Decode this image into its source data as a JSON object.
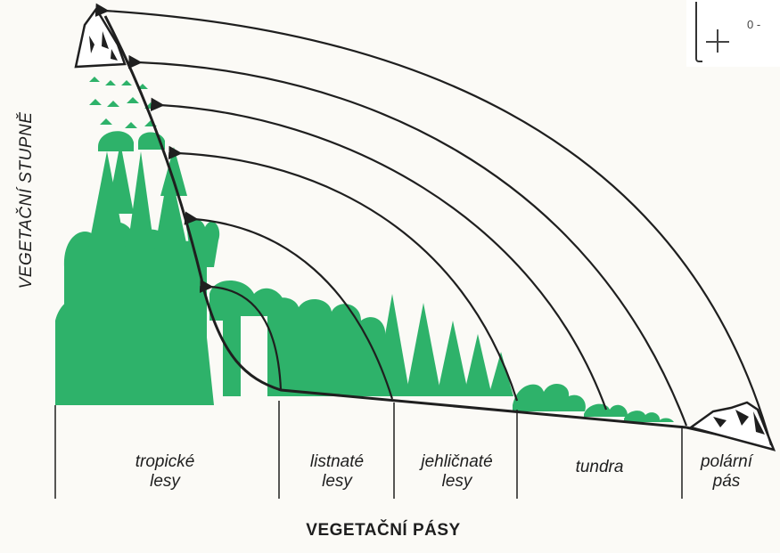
{
  "diagram": {
    "y_axis_label": "VEGETAČNÍ STUPNĚ",
    "x_axis_label": "VEGETAČNÍ PÁSY",
    "zones": [
      {
        "id": "tropical",
        "line1": "tropické",
        "line2": "lesy"
      },
      {
        "id": "deciduous",
        "line1": "listnaté",
        "line2": "lesy"
      },
      {
        "id": "coniferous",
        "line1": "jehličnaté",
        "line2": "lesy"
      },
      {
        "id": "tundra",
        "line1": "tundra",
        "line2": ""
      },
      {
        "id": "polar",
        "line1": "polární",
        "line2": "pás"
      }
    ],
    "corner_mark": "0 -",
    "colors": {
      "vegetation": "#2eb26a",
      "lines": "#1f1f1f",
      "background": "#fbfaf6"
    }
  }
}
